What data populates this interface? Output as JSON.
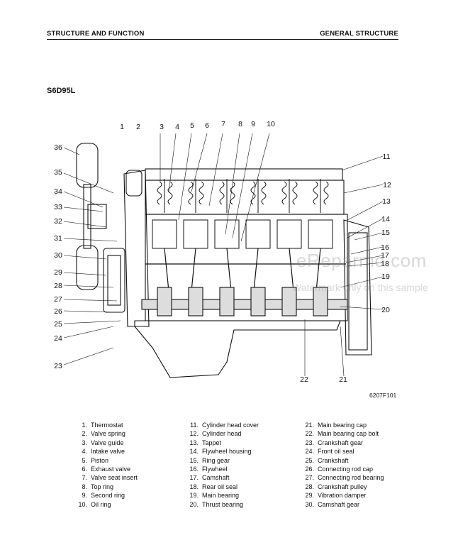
{
  "header": {
    "left": "STRUCTURE AND FUNCTION",
    "right": "GENERAL STRUCTURE"
  },
  "model": "S6D95L",
  "figure_code": "6207F101",
  "watermark": {
    "line1": "eReparmo.com",
    "line2": "Watermark only on this sample"
  },
  "callouts": [
    "1",
    "2",
    "3",
    "4",
    "5",
    "6",
    "7",
    "8",
    "9",
    "10",
    "11",
    "12",
    "13",
    "14",
    "15",
    "16",
    "17",
    "18",
    "19",
    "20",
    "21",
    "22",
    "23",
    "24",
    "25",
    "26",
    "27",
    "28",
    "29",
    "30",
    "31",
    "32",
    "33",
    "34",
    "35",
    "36"
  ],
  "legend": [
    {
      "num": "1.",
      "label": "Thermostat"
    },
    {
      "num": "2.",
      "label": "Valve spring"
    },
    {
      "num": "3.",
      "label": "Valve guide"
    },
    {
      "num": "4.",
      "label": "Intake valve"
    },
    {
      "num": "5.",
      "label": "Piston"
    },
    {
      "num": "6.",
      "label": "Exhaust valve"
    },
    {
      "num": "7.",
      "label": "Valve seat insert"
    },
    {
      "num": "8.",
      "label": "Top ring"
    },
    {
      "num": "9.",
      "label": "Second ring"
    },
    {
      "num": "10.",
      "label": "Oil ring"
    },
    {
      "num": "11.",
      "label": "Cylinder head cover"
    },
    {
      "num": "12.",
      "label": "Cylinder head"
    },
    {
      "num": "13.",
      "label": "Tappet"
    },
    {
      "num": "14.",
      "label": "Flywheel housing"
    },
    {
      "num": "15.",
      "label": "Ring gear"
    },
    {
      "num": "16.",
      "label": "Flywheel"
    },
    {
      "num": "17.",
      "label": "Camshaft"
    },
    {
      "num": "18.",
      "label": "Rear oil seal"
    },
    {
      "num": "19.",
      "label": "Main bearing"
    },
    {
      "num": "20.",
      "label": "Thrust bearing"
    },
    {
      "num": "21.",
      "label": "Main bearing cap"
    },
    {
      "num": "22.",
      "label": "Main bearing cap bolt"
    },
    {
      "num": "23.",
      "label": "Crankshaft gear"
    },
    {
      "num": "24.",
      "label": "Front oil seal"
    },
    {
      "num": "25.",
      "label": "Crankshaft"
    },
    {
      "num": "26.",
      "label": "Connecting rod cap"
    },
    {
      "num": "27.",
      "label": "Connecting rod bearing"
    },
    {
      "num": "28.",
      "label": "Crankshaft pulley"
    },
    {
      "num": "29.",
      "label": "Vibration damper"
    },
    {
      "num": "30.",
      "label": "Camshaft gear"
    }
  ]
}
